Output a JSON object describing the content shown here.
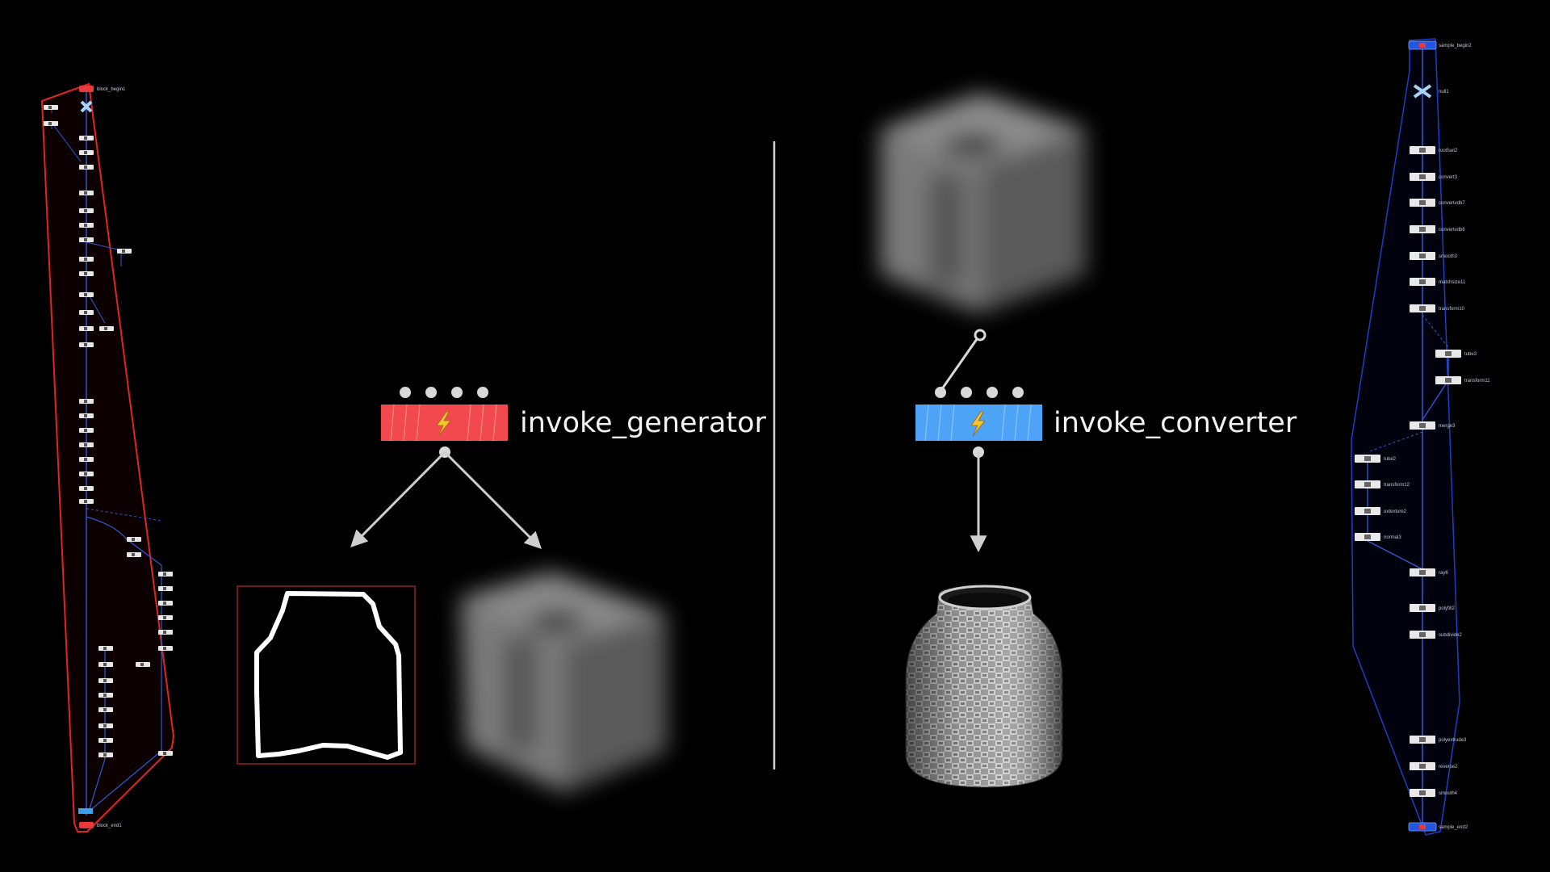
{
  "left_diagram": {
    "node_label": "invoke_generator",
    "node_color": "#f2494e",
    "bolt_color": "#f7c52b",
    "outputs": [
      "outline-image",
      "blurred-cube-volume"
    ]
  },
  "right_diagram": {
    "node_label": "invoke_converter",
    "node_color": "#4da3f5",
    "input": "blurred-cube-volume",
    "output": "textured-jar-mesh"
  },
  "left_network": {
    "frame_color": "#e02525",
    "wire_color": "#2f5bd8",
    "nodes": [
      "block_begin1",
      "block_end1"
    ]
  },
  "right_network": {
    "frame_color": "#1d3ec9",
    "wire_color": "#2f5bd8",
    "nodes": [
      {
        "label": "sample_begin2"
      },
      {
        "label": "null1"
      },
      {
        "label": "rootfset2"
      },
      {
        "label": "convert3"
      },
      {
        "label": "convertvdb7"
      },
      {
        "label": "convertvdb6"
      },
      {
        "label": "smooth3"
      },
      {
        "label": "matchsize11"
      },
      {
        "label": "transform10"
      },
      {
        "label": "tube3"
      },
      {
        "label": "transform11"
      },
      {
        "label": "merge3"
      },
      {
        "label": "tube2"
      },
      {
        "label": "transform12"
      },
      {
        "label": "uvtexture2"
      },
      {
        "label": "normal3"
      },
      {
        "label": "ray6"
      },
      {
        "label": "polyfill2"
      },
      {
        "label": "subdivide2"
      },
      {
        "label": "polyextrude3"
      },
      {
        "label": "reverse2"
      },
      {
        "label": "smooth4"
      },
      {
        "label": "sample_end2"
      }
    ]
  }
}
